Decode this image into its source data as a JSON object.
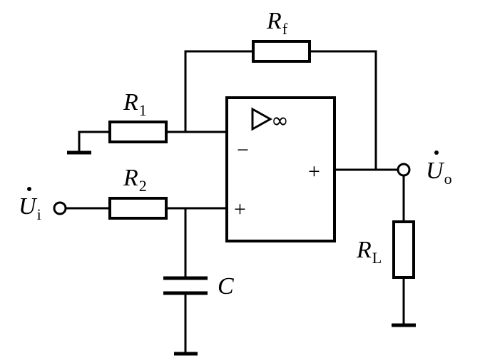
{
  "components": {
    "rf": {
      "symbol": "R",
      "subscript": "f"
    },
    "r1": {
      "symbol": "R",
      "subscript": "1"
    },
    "r2": {
      "symbol": "R",
      "subscript": "2"
    },
    "rl": {
      "symbol": "R",
      "subscript": "L"
    },
    "c": {
      "symbol": "C"
    }
  },
  "terminals": {
    "input": {
      "symbol": "U",
      "subscript": "i"
    },
    "output": {
      "symbol": "U",
      "subscript": "o"
    }
  },
  "opamp": {
    "gain_symbol": "∞",
    "inverting_sign": "−",
    "noninverting_sign": "+",
    "output_sign": "+"
  }
}
